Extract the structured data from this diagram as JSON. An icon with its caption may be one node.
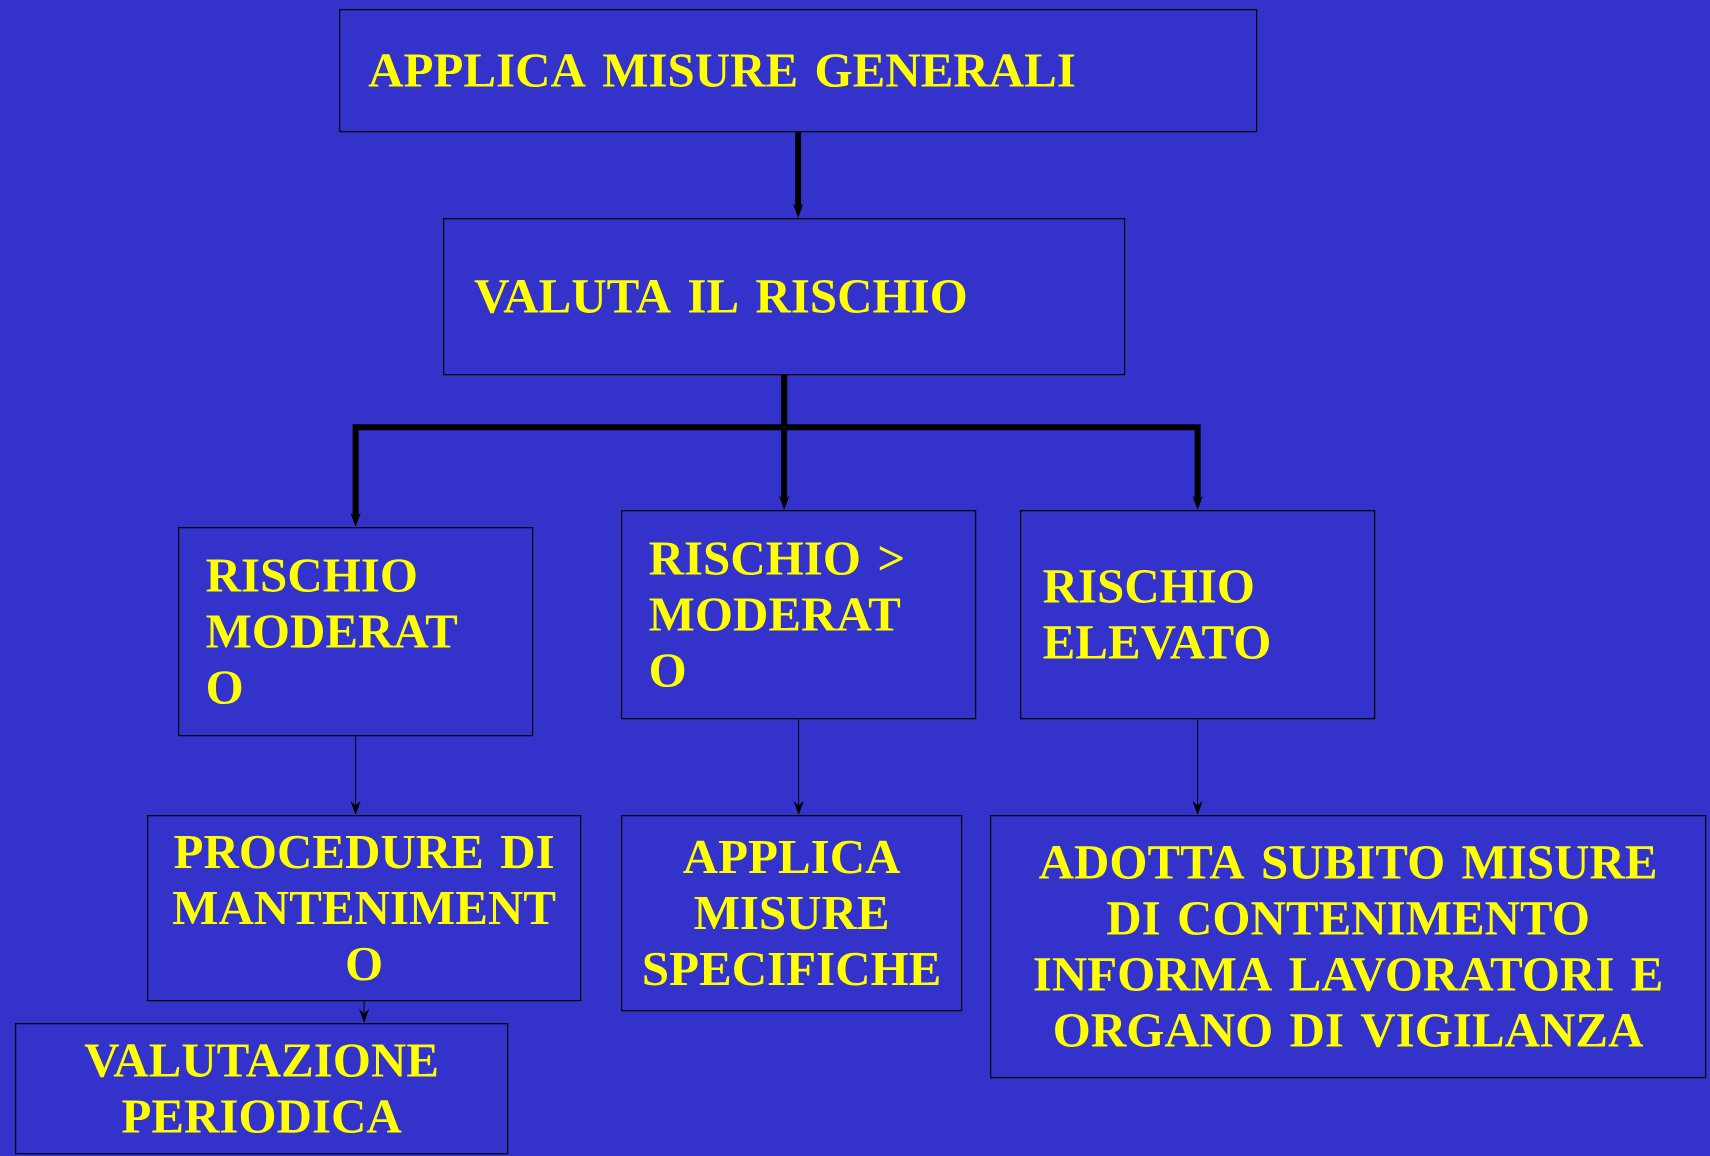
{
  "diagram": {
    "nodes": [
      {
        "text": [
          "APPLICA MISURE GENERALI"
        ]
      },
      {
        "text": [
          "VALUTA IL RISCHIO"
        ]
      },
      {
        "text": [
          "RISCHIO MODERAT O"
        ]
      },
      {
        "text": [
          "RISCHIO > MODERAT O"
        ]
      },
      {
        "text": [
          "RISCHIO ELEVATO"
        ]
      },
      {
        "text": [
          "PROCEDURE DI MANTENIMENT O"
        ]
      },
      {
        "text": [
          "APPLICA MISURE SPECIFICHE"
        ]
      },
      {
        "text": [
          "ADOTTA SUBITO  MISURE DI CONTENIMENTO",
          "INFORMA LAVORATORI E ORGANO DI VIGILANZA"
        ]
      },
      {
        "text": [
          "VALUTAZIONE PERIODICA"
        ]
      }
    ],
    "edges": [
      {
        "from": 0,
        "to": 1,
        "arrow": "to",
        "style": "thick"
      },
      {
        "from": 1,
        "to": 2,
        "arrow": "to",
        "style": "thick"
      },
      {
        "from": 1,
        "to": 3,
        "arrow": "to",
        "style": "thick"
      },
      {
        "from": 1,
        "to": 4,
        "arrow": "to",
        "style": "thick"
      },
      {
        "from": 2,
        "to": 5,
        "arrow": "to"
      },
      {
        "from": 3,
        "to": 6,
        "arrow": "to"
      },
      {
        "from": 4,
        "to": 7,
        "arrow": "to"
      },
      {
        "from": 5,
        "to": 8,
        "arrow": "to"
      }
    ]
  }
}
